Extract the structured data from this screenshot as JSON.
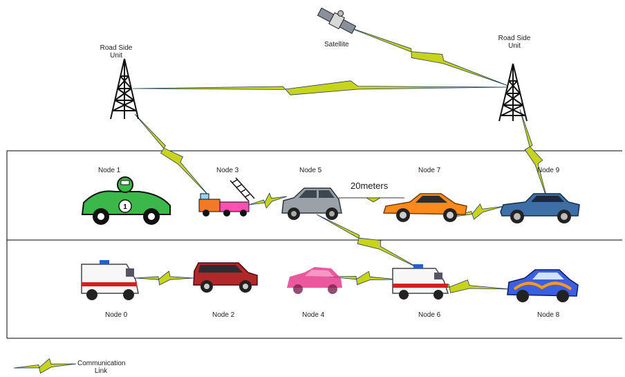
{
  "infrastructure": {
    "rsu_left": {
      "line1": "Road Side",
      "line2": "Unit"
    },
    "rsu_right": {
      "line1": "Road Side",
      "line2": "Unit"
    },
    "satellite": "Satellite"
  },
  "nodes": [
    "Node 0",
    "Node 1",
    "Node 2",
    "Node 3",
    "Node 4",
    "Node 5",
    "Node 6",
    "Node 7",
    "Node 8",
    "Node 9"
  ],
  "distance_label": "20meters",
  "legend": {
    "line1": "Communication",
    "line2": "Link"
  },
  "colors": {
    "link_fill": "#c8d41c",
    "link_edge": "#1f3b57",
    "road_line": "#000000"
  }
}
